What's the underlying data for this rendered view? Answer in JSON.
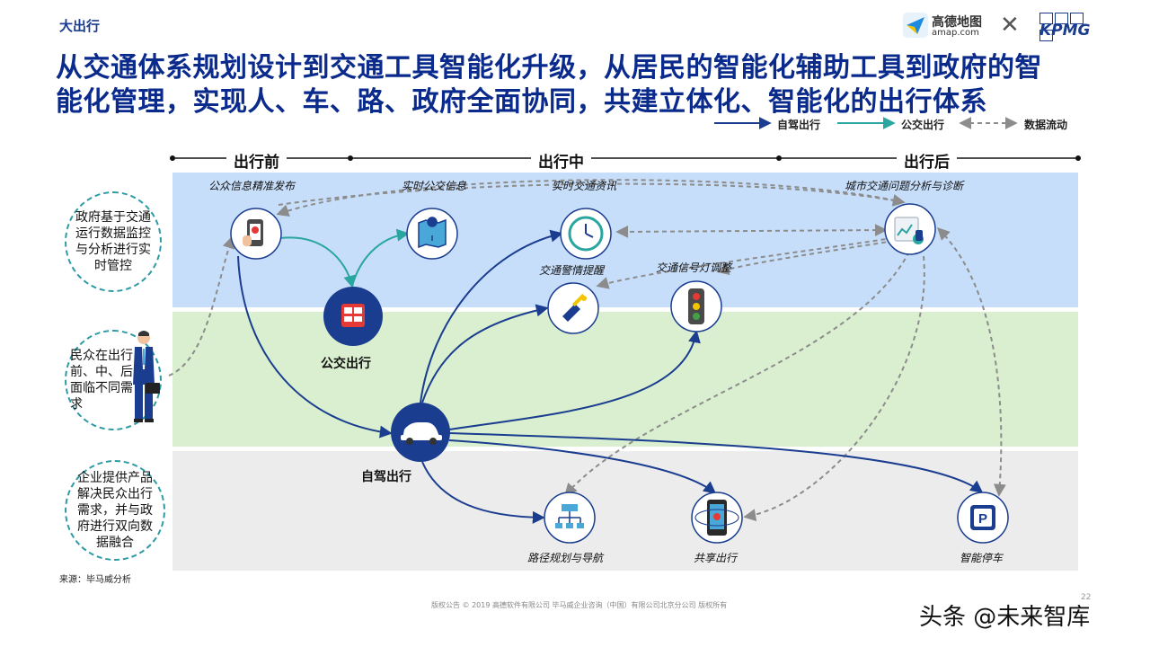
{
  "header": {
    "section_tag": "大出行",
    "title_line_1": "从交通体系规划设计到交通工具智能化升级，从居民的智能化辅助工具到政府的智",
    "title_line_2": "能化管理，实现人、车、路、政府全面协同，共建立体化、智能化的出行体系"
  },
  "logos": {
    "amap_name": "高德地图",
    "amap_domain": "amap.com",
    "kpmg": "KPMG"
  },
  "legend": {
    "self_drive": "自驾出行",
    "public_transit": "公交出行",
    "data_flow": "数据流动",
    "colors": {
      "self_drive": "#1a3d8f",
      "public_transit": "#2aa6a0",
      "data_flow": "#8c8c8c"
    }
  },
  "phases": {
    "before": "出行前",
    "during": "出行中",
    "after": "出行后"
  },
  "side_labels": {
    "gov": "政府基于交通运行数据监控与分析进行实时管控",
    "citizen": "民众在出行前、中、后面临不同需求",
    "enterprise": "企业提供产品解决民众出行需求，并与政府进行双向数据融合"
  },
  "nodes": {
    "public_info": {
      "label": "公众信息精准发布",
      "icon": "phone-info-icon"
    },
    "realtime_bus": {
      "label": "实时公交信息",
      "icon": "map-pin-icon"
    },
    "realtime_traffic": {
      "label": "实时交通资讯",
      "icon": "clock-icon"
    },
    "city_analysis": {
      "label": "城市交通问题分析与诊断",
      "icon": "analysis-dashboard-icon"
    },
    "traffic_alert": {
      "label": "交通警情提醒",
      "icon": "alert-icon"
    },
    "signal_adjust": {
      "label": "交通信号灯调整",
      "icon": "traffic-light-icon"
    },
    "bus_travel": {
      "label": "公交出行",
      "icon": "bus-icon"
    },
    "self_drive": {
      "label": "自驾出行",
      "icon": "car-icon"
    },
    "route_nav": {
      "label": "路径规划与导航",
      "icon": "route-tree-icon"
    },
    "shared_travel": {
      "label": "共享出行",
      "icon": "shared-phone-icon"
    },
    "smart_parking": {
      "label": "智能停车",
      "icon": "parking-icon"
    }
  },
  "footer": {
    "source": "来源：毕马威分析",
    "copyright": "版权公告 © 2019 高德软件有限公司 毕马威企业咨询（中国）有限公司北京分公司 版权所有",
    "page_number": "22",
    "watermark": "头条 @未来智库"
  }
}
